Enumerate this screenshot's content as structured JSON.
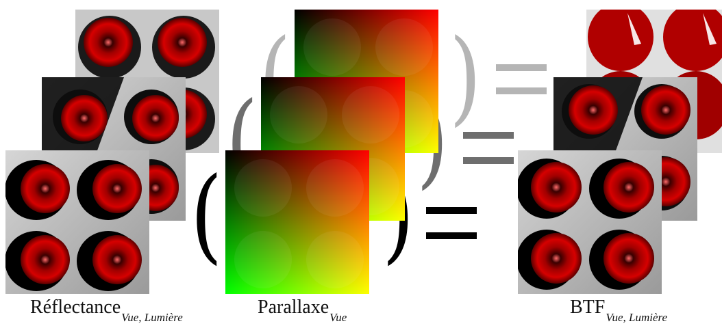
{
  "captions": {
    "reflectance": {
      "main": "Réflectance",
      "sub": "Vue, Lumière"
    },
    "parallax": {
      "main": "Parallaxe",
      "sub": "Vue"
    },
    "btf": {
      "main": "BTF",
      "sub": "Vue, Lumière"
    }
  },
  "colors": {
    "sphere_red": "#c00000",
    "tile_bg_grey": "#bdbdbd",
    "paren_light": "#b5b5b5",
    "paren_mid": "#6e6e6e",
    "paren_dark": "#000000"
  }
}
